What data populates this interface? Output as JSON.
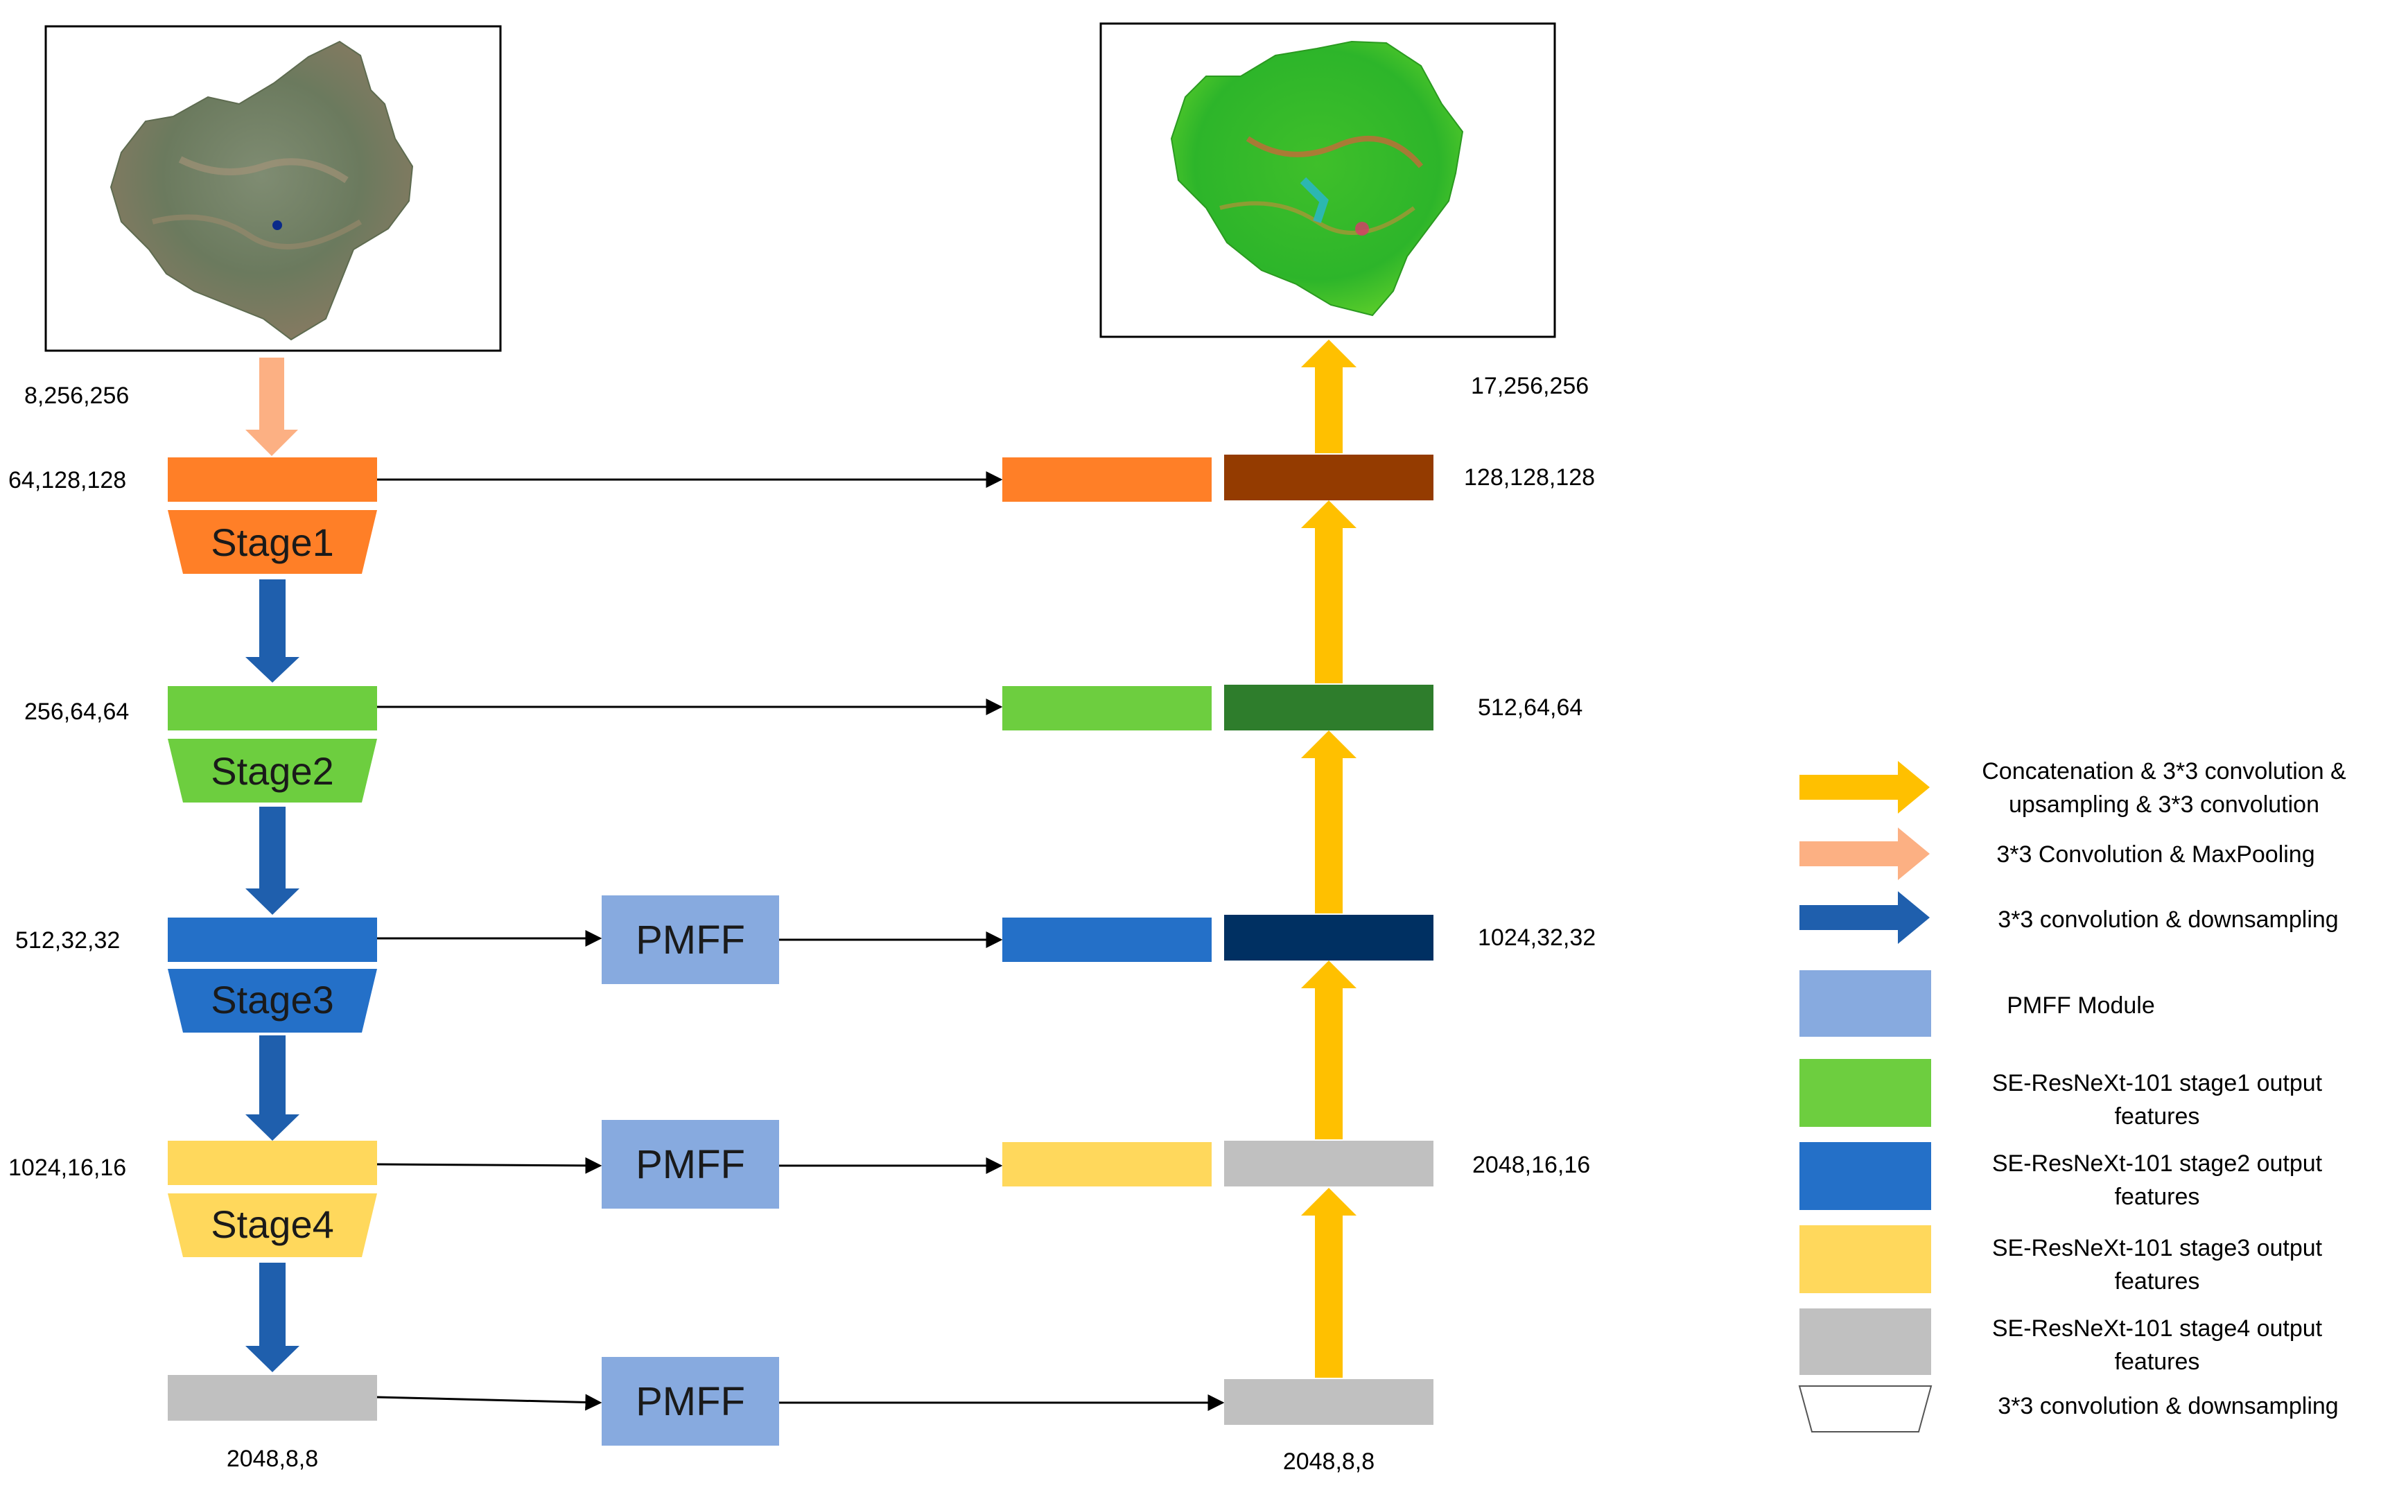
{
  "colors": {
    "stage1": "#FF7F27",
    "stage2": "#6DCE3F",
    "stage3": "#2470C8",
    "stage4": "#FFD85C",
    "stage5": "#C0C0C0",
    "pmff": "#87AADF",
    "dec1": "#943B00",
    "dec2": "#2E7D2C",
    "dec3": "#003062",
    "arrow_gold": "#FFC000",
    "arrow_peach": "#FCB083",
    "arrow_blue": "#1F5FAD"
  },
  "stages": [
    {
      "label": "Stage1",
      "dims": "64,128,128"
    },
    {
      "label": "Stage2",
      "dims": "256,64,64"
    },
    {
      "label": "Stage3",
      "dims": "512,32,32"
    },
    {
      "label": "Stage4",
      "dims": "1024,16,16"
    }
  ],
  "encoder": {
    "input_dims": "8,256,256",
    "bottom_dims": "2048,8,8"
  },
  "decoder_dims": {
    "output": "17,256,256",
    "d1": "128,128,128",
    "d2": "512,64,64",
    "d3": "1024,32,32",
    "d4": "2048,16,16",
    "bottom": "2048,8,8"
  },
  "pmff_label": "PMFF",
  "legend": {
    "gold_line1": "Concatenation & 3*3 convolution &",
    "gold_line2": "upsampling & 3*3 convolution",
    "peach": "3*3 Convolution & MaxPooling",
    "blue": "3*3 convolution & downsampling",
    "pmff": "PMFF Module",
    "s1_line1": "SE-ResNeXt-101 stage1 output",
    "s2_line1": "SE-ResNeXt-101 stage2 output",
    "s3_line1": "SE-ResNeXt-101 stage3 output",
    "s4_line1": "SE-ResNeXt-101 stage4 output",
    "features": "features",
    "trapezoid": "3*3 convolution & downsampling"
  }
}
